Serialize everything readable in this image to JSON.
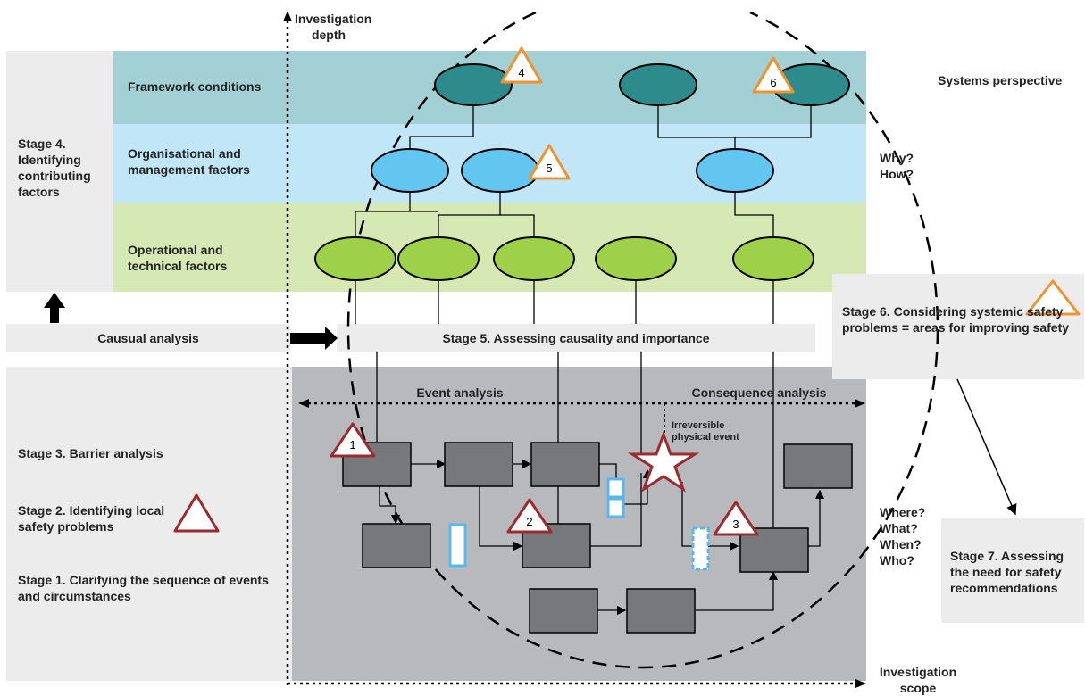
{
  "axes": {
    "depth_label": "Investigation depth",
    "scope_label": "Investigation scope"
  },
  "layers": {
    "framework": "Framework conditions",
    "organisational": "Organisational and management factors",
    "operational": "Operational and technical factors"
  },
  "stages": {
    "stage4": "Stage 4. Identifying contributing factors",
    "stage3": "Stage 3. Barrier analysis",
    "stage2": "Stage 2. Identifying local safety problems",
    "stage1": "Stage 1. Clarifying the sequence of events and circumstances",
    "stage5": "Stage 5. Assessing causality and importance",
    "stage6": "Stage 6. Considering systemic safety problems = areas for improving safety",
    "stage7": "Stage 7. Assessing the need for safety recommendations"
  },
  "labels": {
    "causal_analysis": "Causual analysis",
    "event_analysis": "Event analysis",
    "consequence_analysis": "Consequence analysis",
    "irreversible_event": "Irreversible physical event",
    "systems_perspective": "Systems perspective",
    "why_how": "Why? How?",
    "questions": "Where? What? When? Who?"
  },
  "markers": {
    "m1": "1",
    "m2": "2",
    "m3": "3",
    "m4": "4",
    "m5": "5",
    "m6": "6"
  },
  "colors": {
    "framework_band": "#a3d0d4",
    "organisational_band": "#c0e6f7",
    "operational_band": "#d6e8b4",
    "left_panel": "#ececec",
    "event_panel": "#b7b9bc",
    "teal_node": "#2e8b8b",
    "blue_node": "#62c6f0",
    "green_node": "#9ed04a",
    "event_box": "#76787b",
    "local_triangle": "#9c2a2e",
    "systemic_triangle": "#f0922e",
    "barrier": "#5bb7e8"
  }
}
